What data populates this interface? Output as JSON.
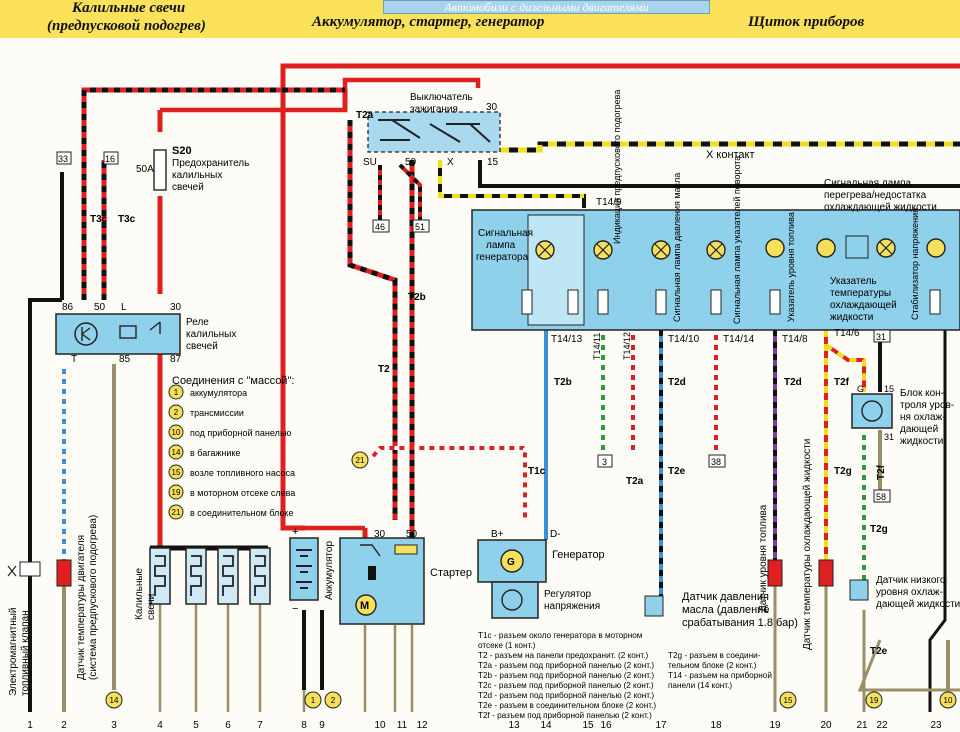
{
  "header": {
    "left_title_1": "Калильные свечи",
    "left_title_2": "(предпусковой подогрев)",
    "center_title": "Аккумулятор, стартер, генератор",
    "right_title": "Щиток приборов",
    "banner": "Автомобили с дизельными двигателями"
  },
  "colors": {
    "header_bg": "#fbe25a",
    "wire_red": "#e02020",
    "wire_black": "#111111",
    "wire_blue": "#3b8fd6",
    "wire_yellow": "#f2df1a",
    "wire_green": "#2e9b3c",
    "wire_brown": "#9a8f68",
    "wire_purple": "#7a3fa0",
    "component_bg": "#8fd0ea"
  },
  "components": {
    "ignition_switch": "Выключатель зажигания",
    "fuse": "S20",
    "fuse_rating": "50A",
    "fuse_desc": "Предохранитель калильных свечей",
    "glow_relay": "Реле калильных свечей",
    "glow_plugs": "Калильные свечи",
    "battery": "Аккумулятор",
    "starter": "Стартер",
    "generator": "Генератор",
    "regulator": "Регулятор напряжения",
    "temp_sensor": "Датчик температуры двигателя (система предпускового подогрева)",
    "fuel_valve": "Электромагнитный топливный клапан",
    "oil_sensor": "Датчик давления масла (давление срабатывания 1.8 бар)",
    "fuel_sensor": "Датчик уровня топлива",
    "coolant_temp_sensor": "Датчик температуры охлаждающей жидкости",
    "coolant_level_sensor": "Датчик низкого уровня охлаждающей жидкости",
    "coolant_control_block": "Блок контроля уровня охлаждающей жидкости",
    "x_contact": "X контакт",
    "overheat_lamp": "Сигнальная лампа перегрева/недостатка охлаждающей жидкости"
  },
  "panel_labels": {
    "gen_lamp": "Сигнальная лампа генератора",
    "preheat": "Индикация предпускового подогрева",
    "oil_lamp": "Сигнальная лампа давления масла",
    "turn_lamp": "Сигнальная лампа указателей поворота",
    "fuel_gauge": "Указатель уровня топлива",
    "temp_gauge": "Указатель температуры охлаждающей жидкости",
    "stabilizer": "Стабилизатор напряжения"
  },
  "ground_legend": {
    "title": "Соединения с \"массой\":",
    "items": [
      {
        "num": "1",
        "text": "аккумулятора"
      },
      {
        "num": "2",
        "text": "трансмиссии"
      },
      {
        "num": "10",
        "text": "под приборной панелью"
      },
      {
        "num": "14",
        "text": "в багажнике"
      },
      {
        "num": "15",
        "text": "возле топливного насоса"
      },
      {
        "num": "19",
        "text": "в моторном отсеке слева"
      },
      {
        "num": "21",
        "text": "в соединительном блоке"
      }
    ]
  },
  "connector_legend": [
    "T1c - разъем около генератора в моторном",
    "отсеке (1 конт.)",
    "T2 - разъем на панели предохранит. (2 конт.)",
    "T2a - разъем под приборной панелью (2 конт.)",
    "T2b - разъем под приборной панелью (2 конт.)",
    "T2c - разъем под приборной панелью (2 конт.)",
    "T2d - разъем под приборной панелью (2 конт.)",
    "T2e - разъем в соединительном блоке (2 конт.)",
    "T2f - разъем под приборной панелью (2 конт.)"
  ],
  "connector_legend2": [
    "T2g - разъем в соедини-",
    "тельном блоке (2 конт.)",
    "T14 - разъем на приборной",
    "панели (14 конт.)"
  ],
  "relay_pins": {
    "p86": "86",
    "p50": "50",
    "pL": "L",
    "p30": "30",
    "pT": "T",
    "p85": "85",
    "p87": "87"
  },
  "switch_pins": {
    "p30": "30",
    "pSU": "SU",
    "p50": "50",
    "pX": "X",
    "p15": "15"
  },
  "gen_pins": {
    "bplus": "B+",
    "dminus": "D-"
  },
  "starter_pins": {
    "p30": "30",
    "p50": "50"
  },
  "block_pins": {
    "p15": "15",
    "p31": "31",
    "pG": "G"
  },
  "boxes": {
    "b33": "33",
    "b16": "16",
    "b46": "46",
    "b51": "51",
    "b3": "3",
    "b38": "38",
    "b58": "58",
    "b31": "31"
  },
  "connectors": {
    "T3c": "T3c",
    "T2a": "T2a",
    "T2b": "T2b",
    "T2": "T2",
    "T1c": "T1c",
    "T2d": "T2d",
    "T2e": "T2e",
    "T2f": "T2f",
    "T2g": "T2g",
    "T14_9": "T14/9",
    "T14_13": "T14/13",
    "T14_11": "T14/11",
    "T14_12": "T14/12",
    "T14_10": "T14/10",
    "T14_14": "T14/14",
    "T14_8": "T14/8",
    "T14_6": "T14/6"
  },
  "ground_points": [
    "14",
    "1",
    "2",
    "15",
    "19",
    "10",
    "21"
  ],
  "sign_plus": "+",
  "sign_minus": "−",
  "bottom_numbers": [
    "1",
    "2",
    "3",
    "4",
    "5",
    "6",
    "7",
    "8",
    "9",
    "10",
    "11",
    "12",
    "13",
    "14",
    "15",
    "16",
    "17",
    "18",
    "19",
    "20",
    "21",
    "22",
    "23"
  ]
}
